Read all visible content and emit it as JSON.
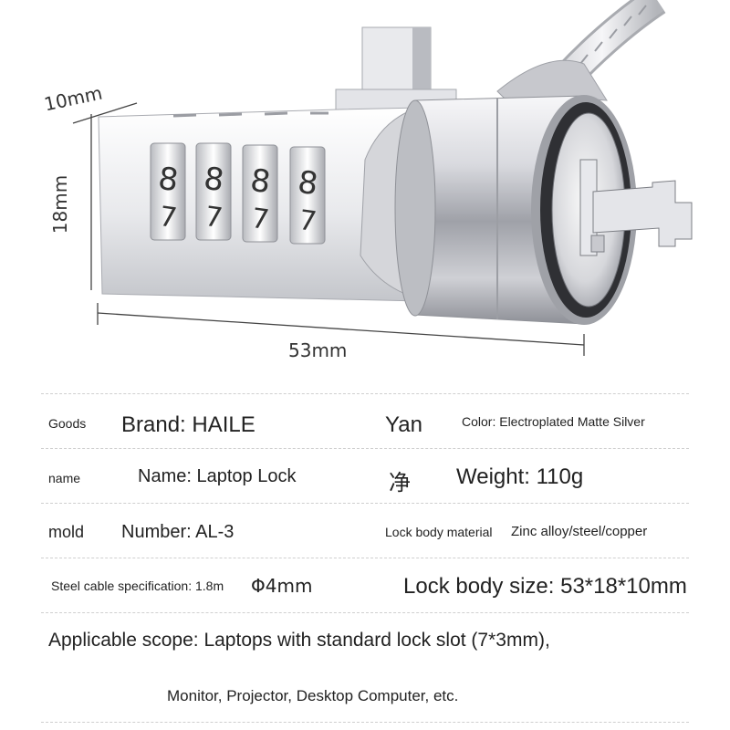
{
  "dimensions": {
    "depth": "10mm",
    "height": "18mm",
    "width": "53mm"
  },
  "specs": {
    "goods_label": "Goods",
    "name_label": "name",
    "mold_label": "mold",
    "brand": "Brand: HAILE",
    "yan": "Yan",
    "color": "Color: Electroplated Matte Silver",
    "product_name": "Name: Laptop Lock",
    "jing": "净",
    "weight": "Weight: 110g",
    "number": "Number: AL-3",
    "lock_material_label": "Lock body material",
    "lock_material": "Zinc alloy/steel/copper",
    "cable_spec": "Steel cable specification: 1.8m",
    "cable_diameter": "Φ4mm",
    "lock_size": "Lock body size: 53*18*10mm",
    "scope": "Applicable scope: Laptops with standard lock slot (7*3mm),",
    "scope_extra": "Monitor, Projector, Desktop Computer, etc."
  },
  "dials": [
    "8",
    "8",
    "8",
    "8"
  ],
  "dials_lower": [
    "7",
    "7",
    "7",
    "7"
  ],
  "colors": {
    "metal_light": "#f4f4f6",
    "metal_mid": "#c9cacf",
    "metal_dark": "#8c8e95",
    "text": "#222222"
  }
}
